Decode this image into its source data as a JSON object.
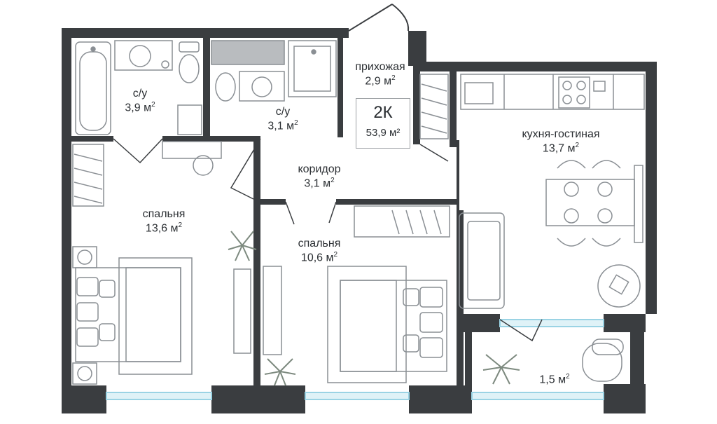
{
  "plan": {
    "apartment_type": "2К",
    "total_area": "53,9 м²",
    "area_unit_sup": "2",
    "rooms": [
      {
        "id": "bath1",
        "name": "с/у",
        "area": "3,9 м"
      },
      {
        "id": "bath2",
        "name": "с/у",
        "area": "3,1 м"
      },
      {
        "id": "hall",
        "name": "прихожая",
        "area": "2,9 м"
      },
      {
        "id": "kitchen",
        "name": "кухня-гостиная",
        "area": "13,7 м"
      },
      {
        "id": "corridor",
        "name": "коридор",
        "area": "3,1 м"
      },
      {
        "id": "bedroom1",
        "name": "спальня",
        "area": "13,6 м"
      },
      {
        "id": "bedroom2",
        "name": "спальня",
        "area": "10,6 м"
      },
      {
        "id": "balcony",
        "name": "",
        "area": "1,5 м"
      }
    ],
    "colors": {
      "wall": "#3a3d40",
      "furniture": "#8a8f94",
      "window": "#bfe3ee",
      "floor": "#ffffff"
    }
  }
}
